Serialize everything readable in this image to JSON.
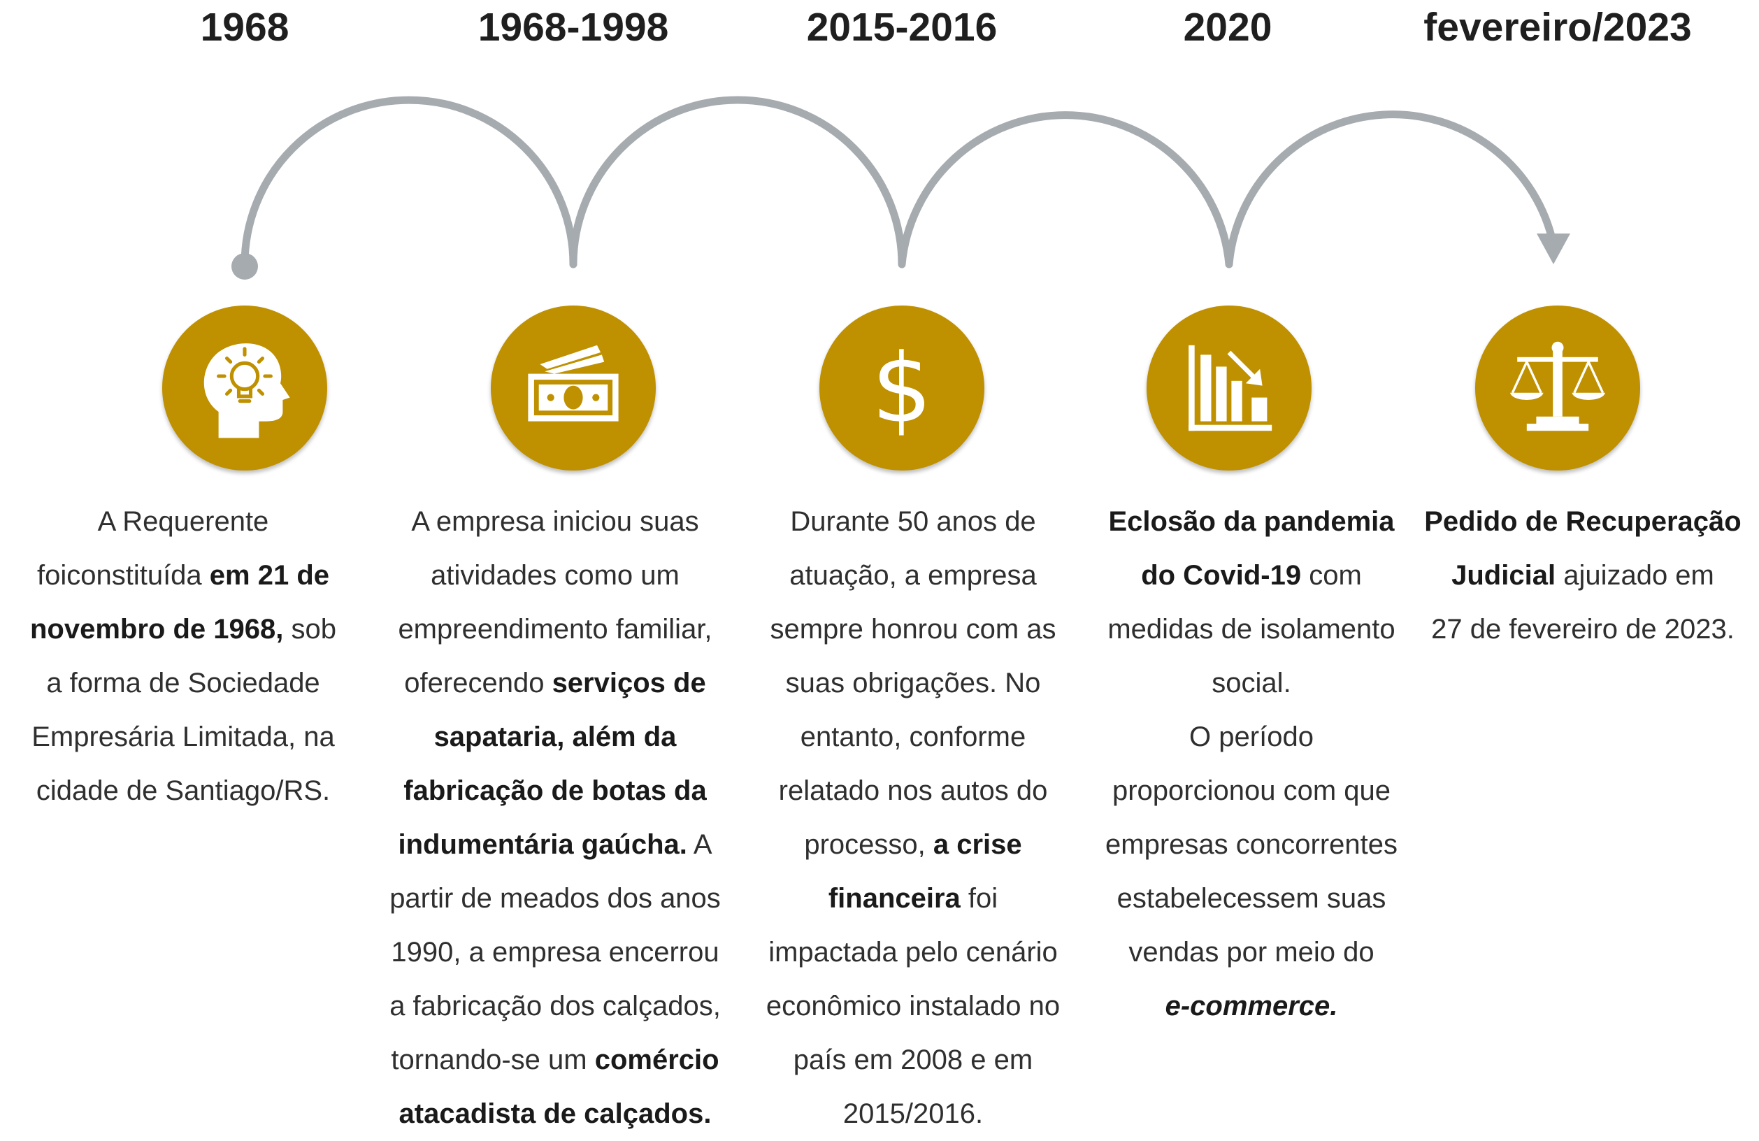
{
  "colors": {
    "accent": "#bf9000",
    "connector": "#a6abb0",
    "text": "#2f2f2f"
  },
  "timeline": [
    {
      "year": "1968",
      "icon": "head-lightbulb-icon",
      "text": [
        {
          "t": "A Requerente foi"
        },
        {
          "t": "constituída "
        },
        {
          "t": "em 21 de",
          "b": true
        },
        {
          "br": true
        },
        {
          "t": "novembro de 1968,",
          "b": true
        },
        {
          "t": " sob"
        },
        {
          "br": true
        },
        {
          "t": "a forma de Sociedade"
        },
        {
          "br": true
        },
        {
          "t": "Empresária Limitada, na"
        },
        {
          "br": true
        },
        {
          "t": "cidade de Santiago/RS."
        }
      ]
    },
    {
      "year": "1968-1998",
      "icon": "money-bills-icon",
      "text": [
        {
          "t": "A empresa iniciou suas"
        },
        {
          "br": true
        },
        {
          "t": "atividades como um"
        },
        {
          "br": true
        },
        {
          "t": "empreendimento familiar,"
        },
        {
          "br": true
        },
        {
          "t": "oferecendo "
        },
        {
          "t": "serviços de",
          "b": true
        },
        {
          "br": true
        },
        {
          "t": "sapataria, além da",
          "b": true
        },
        {
          "br": true
        },
        {
          "t": "fabricação de botas da",
          "b": true
        },
        {
          "br": true
        },
        {
          "t": "indumentária gaúcha.",
          "b": true
        },
        {
          "t": " A"
        },
        {
          "br": true
        },
        {
          "t": "partir de meados dos anos"
        },
        {
          "br": true
        },
        {
          "t": "1990, a empresa encerrou"
        },
        {
          "br": true
        },
        {
          "t": "a fabricação dos calçados,"
        },
        {
          "br": true
        },
        {
          "t": "tornando-se um "
        },
        {
          "t": "comércio",
          "b": true
        },
        {
          "br": true
        },
        {
          "t": "atacadista de calçados.",
          "b": true
        }
      ]
    },
    {
      "year": "2015-2016",
      "icon": "dollar-sign-icon",
      "text": [
        {
          "t": "Durante 50 anos de"
        },
        {
          "br": true
        },
        {
          "t": "atuação, a empresa"
        },
        {
          "br": true
        },
        {
          "t": "sempre honrou com as"
        },
        {
          "br": true
        },
        {
          "t": "suas obrigações. No"
        },
        {
          "br": true
        },
        {
          "t": "entanto, conforme"
        },
        {
          "br": true
        },
        {
          "t": "relatado nos autos do"
        },
        {
          "br": true
        },
        {
          "t": "processo, "
        },
        {
          "t": "a crise",
          "b": true
        },
        {
          "br": true
        },
        {
          "t": "financeira",
          "b": true
        },
        {
          "t": " foi"
        },
        {
          "br": true
        },
        {
          "t": "impactada pelo cenário"
        },
        {
          "br": true
        },
        {
          "t": "econômico instalado no"
        },
        {
          "br": true
        },
        {
          "t": "país em 2008 e em"
        },
        {
          "br": true
        },
        {
          "t": "2015/2016."
        }
      ]
    },
    {
      "year": "2020",
      "icon": "declining-chart-icon",
      "text": [
        {
          "t": "Eclosão da pandemia",
          "b": true
        },
        {
          "br": true
        },
        {
          "t": "do Covid-19",
          "b": true
        },
        {
          "t": " com"
        },
        {
          "br": true
        },
        {
          "t": "medidas de isolamento"
        },
        {
          "br": true
        },
        {
          "t": "social."
        },
        {
          "br": true
        },
        {
          "t": "O período"
        },
        {
          "br": true
        },
        {
          "t": "proporcionou com que"
        },
        {
          "br": true
        },
        {
          "t": "empresas concorrentes"
        },
        {
          "br": true
        },
        {
          "t": "estabelecessem suas"
        },
        {
          "br": true
        },
        {
          "t": "vendas por meio do"
        },
        {
          "br": true
        },
        {
          "t": "e-commerce.",
          "i": true
        }
      ]
    },
    {
      "year": "fevereiro/2023",
      "icon": "scales-of-justice-icon",
      "text": [
        {
          "t": "Pedido de Recuperação",
          "b": true
        },
        {
          "br": true
        },
        {
          "t": "Judicial",
          "b": true
        },
        {
          "t": " ajuizado em"
        },
        {
          "br": true
        },
        {
          "t": "27 de fevereiro de 2023."
        }
      ]
    }
  ]
}
